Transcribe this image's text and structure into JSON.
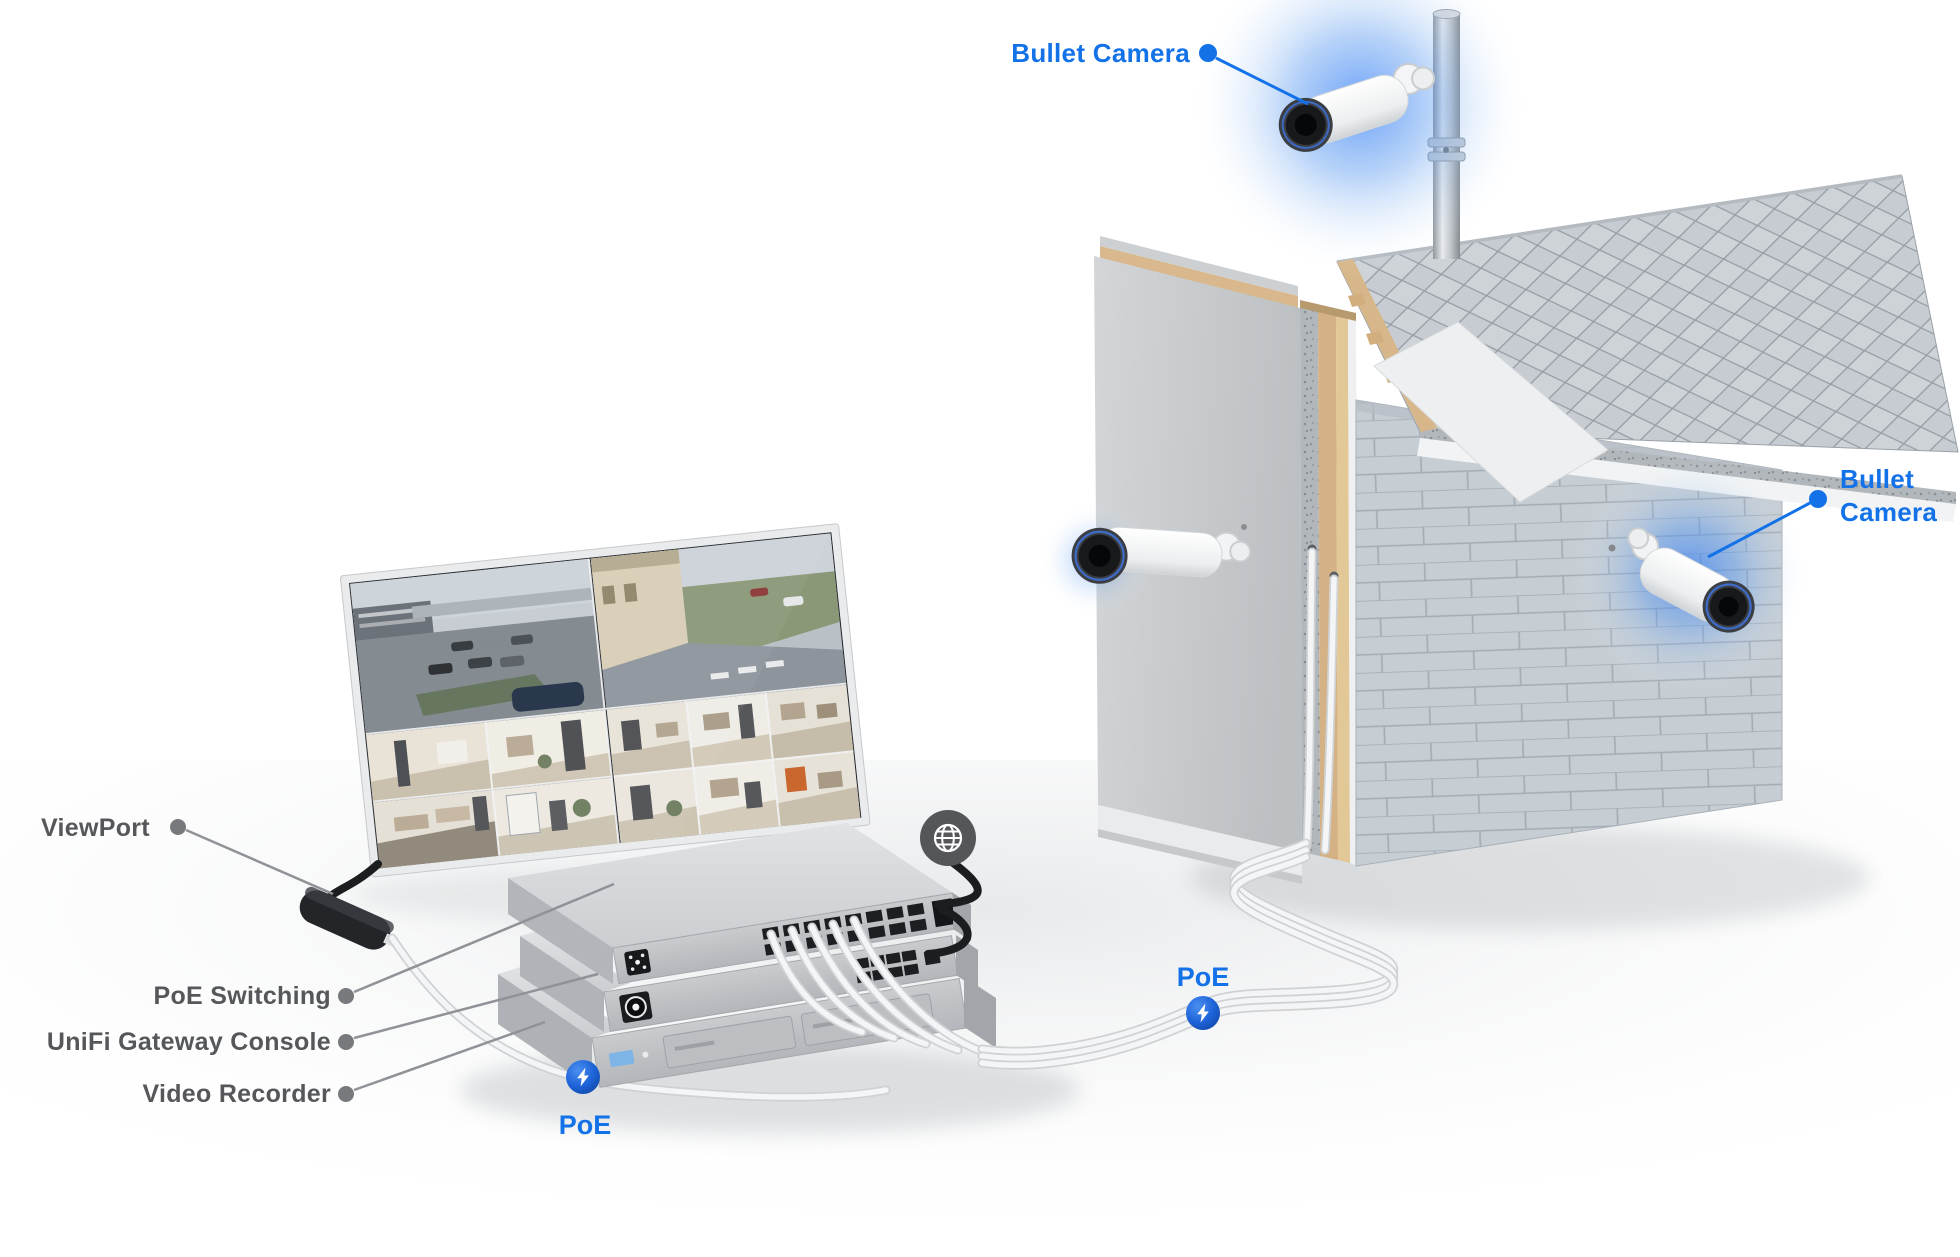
{
  "diagram": {
    "callouts": {
      "bullet_camera_top": {
        "label": "Bullet Camera"
      },
      "bullet_camera_right": {
        "line1": "Bullet",
        "line2": "Camera"
      },
      "viewport": {
        "label": "ViewPort"
      },
      "poe_switching": {
        "label": "PoE Switching"
      },
      "unifi_gateway_console": {
        "label": "UniFi Gateway Console"
      },
      "video_recorder": {
        "label": "Video Recorder"
      },
      "poe_left": {
        "label": "PoE"
      },
      "poe_right": {
        "label": "PoE"
      }
    },
    "icons": {
      "globe": "globe-icon",
      "poe_bolt": "lightning-bolt-icon"
    },
    "colors": {
      "accent_blue": "#1372e8",
      "label_gray": "#55575a",
      "poe_badge_blue": "#1d63d8",
      "globe_gray": "#54565a",
      "camera_glow_blue": "#3b82f6"
    }
  }
}
